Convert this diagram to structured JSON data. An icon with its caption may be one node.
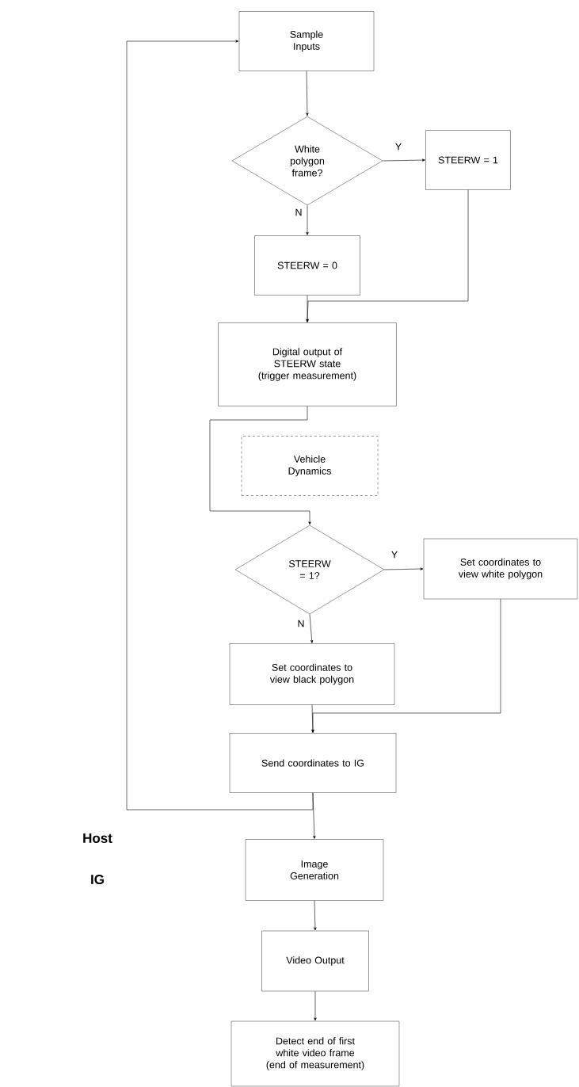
{
  "diagram": {
    "nodes": [
      {
        "text": [
          "Sample Inputs"
        ]
      },
      {
        "text": [
          "White polygon frame?"
        ]
      },
      {
        "text": [
          "STEERW = 1"
        ]
      },
      {
        "text": [
          "STEERW = 0"
        ]
      },
      {
        "text": [
          "Digital output of STEERW state (trigger measurement)"
        ]
      },
      {
        "text": [
          "Vehicle Dynamics"
        ]
      },
      {
        "text": [
          "STEERW = 1?"
        ]
      },
      {
        "text": [
          "Set coordinates to view white polygon"
        ]
      },
      {
        "text": [
          "Set coordinates to view black polygon"
        ]
      },
      {
        "text": [
          "Send coordinates to IG"
        ]
      },
      {
        "text": [
          "Image Generation"
        ]
      },
      {
        "text": [
          "Video Output"
        ]
      },
      {
        "text": [
          "Detect end of first white video frame (end of measurement)"
        ]
      }
    ],
    "edges": [
      {
        "from": 0,
        "to": 1,
        "arrow": "to"
      },
      {
        "from": 1,
        "to": 2,
        "arrow": "to",
        "label": "Y"
      },
      {
        "from": 1,
        "to": 3,
        "arrow": "to",
        "label": "N"
      },
      {
        "from": 3,
        "to": 4,
        "arrow": "to"
      },
      {
        "from": 2,
        "to": 4,
        "arrow": "to"
      },
      {
        "from": 4,
        "to": 6,
        "arrow": "to"
      },
      {
        "from": 6,
        "to": 7,
        "arrow": "to",
        "label": "Y"
      },
      {
        "from": 6,
        "to": 8,
        "arrow": "to",
        "label": "N"
      },
      {
        "from": 8,
        "to": 9,
        "arrow": "to"
      },
      {
        "from": 7,
        "to": 9,
        "arrow": "to"
      },
      {
        "from": 9,
        "to": 0,
        "arrow": "to"
      },
      {
        "from": 9,
        "to": 10,
        "arrow": "to"
      },
      {
        "from": 10,
        "to": 11,
        "arrow": "to"
      },
      {
        "from": 11,
        "to": 12,
        "arrow": "to"
      }
    ],
    "labels": [
      "Host",
      "IG"
    ]
  }
}
